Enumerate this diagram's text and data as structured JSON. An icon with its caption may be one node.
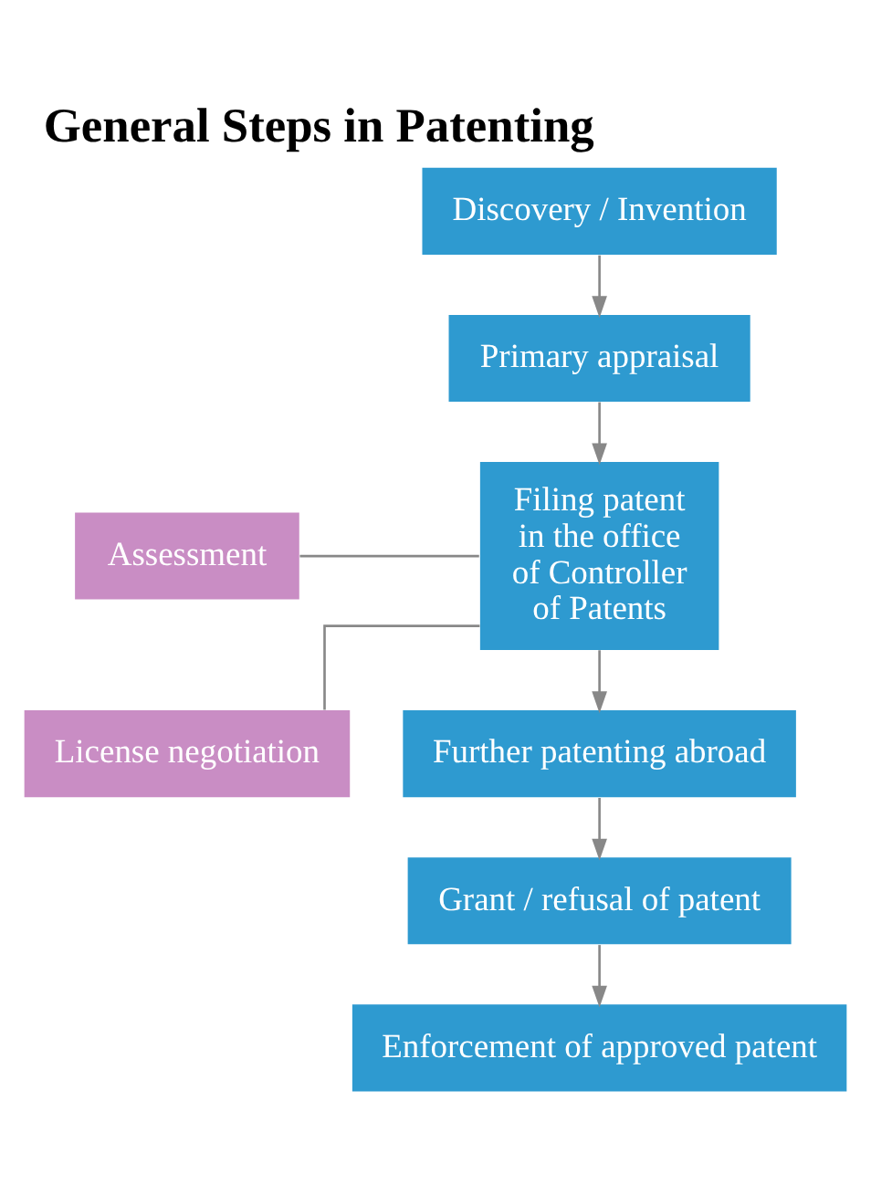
{
  "diagram": {
    "title": "General Steps in Patenting",
    "nodes": [
      {
        "text": [
          "Discovery / Invention"
        ]
      },
      {
        "text": [
          "Primary appraisal"
        ]
      },
      {
        "text": [
          "Filing patent in the office of Controller of Patents"
        ]
      },
      {
        "text": [
          "Assessment"
        ]
      },
      {
        "text": [
          "License negotiation"
        ]
      },
      {
        "text": [
          "Further patenting abroad"
        ]
      },
      {
        "text": [
          "Grant / refusal of patent"
        ]
      },
      {
        "text": [
          "Enforcement of approved patent"
        ]
      }
    ],
    "edges": [
      {
        "from": 0,
        "to": 1,
        "arrow": "to"
      },
      {
        "from": 1,
        "to": 2,
        "arrow": "to"
      },
      {
        "from": 2,
        "to": 3,
        "arrow": "none"
      },
      {
        "from": 2,
        "to": 4,
        "arrow": "none"
      },
      {
        "from": 2,
        "to": 5,
        "arrow": "to"
      },
      {
        "from": 5,
        "to": 6,
        "arrow": "to"
      },
      {
        "from": 6,
        "to": 7,
        "arrow": "to"
      }
    ]
  }
}
